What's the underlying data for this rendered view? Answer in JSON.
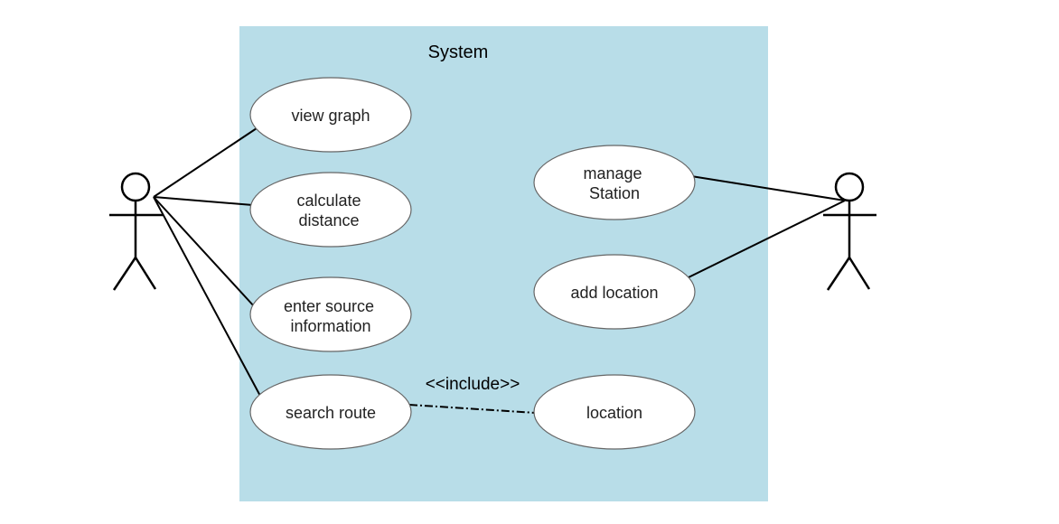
{
  "system": {
    "title": "System",
    "fill_color": "#b8dde8"
  },
  "actors": [
    {
      "id": "user"
    },
    {
      "id": "admin"
    }
  ],
  "use_cases": [
    {
      "id": "view-graph",
      "lines": [
        "view graph"
      ]
    },
    {
      "id": "calculate-distance",
      "lines": [
        "calculate",
        "distance"
      ]
    },
    {
      "id": "enter-source-information",
      "lines": [
        "enter source",
        "information"
      ]
    },
    {
      "id": "search-route",
      "lines": [
        "search route"
      ]
    },
    {
      "id": "manage-station",
      "lines": [
        "manage",
        "Station"
      ]
    },
    {
      "id": "add-location",
      "lines": [
        "add location"
      ]
    },
    {
      "id": "location",
      "lines": [
        "location"
      ]
    }
  ],
  "relationships": {
    "include_label": "<<include>>"
  }
}
